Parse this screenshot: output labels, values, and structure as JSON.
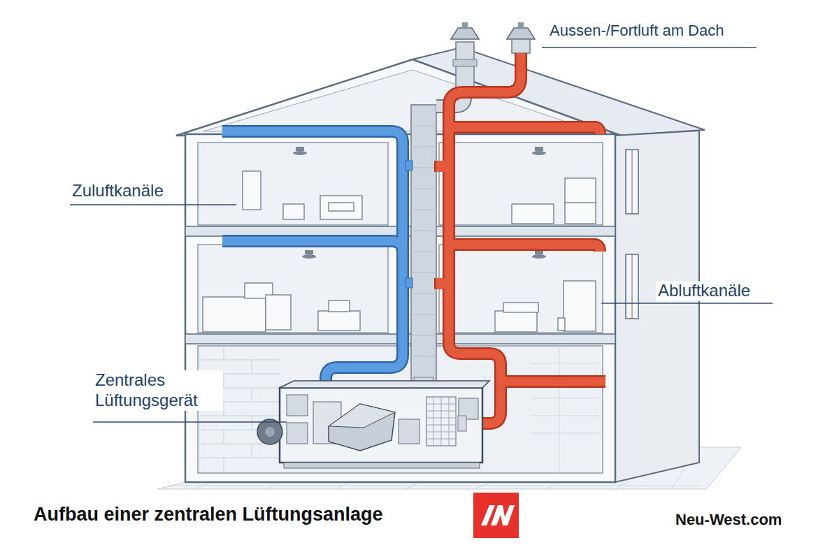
{
  "diagram": {
    "title": "Aufbau einer zentralen Lüftungsanlage",
    "labels": [
      "Aussen-/Fortluft am Dach",
      "Zuluftkanäle",
      "Abluftkanäle",
      "Zentrales Lüftungsgerät",
      "Neu-West.com"
    ]
  }
}
